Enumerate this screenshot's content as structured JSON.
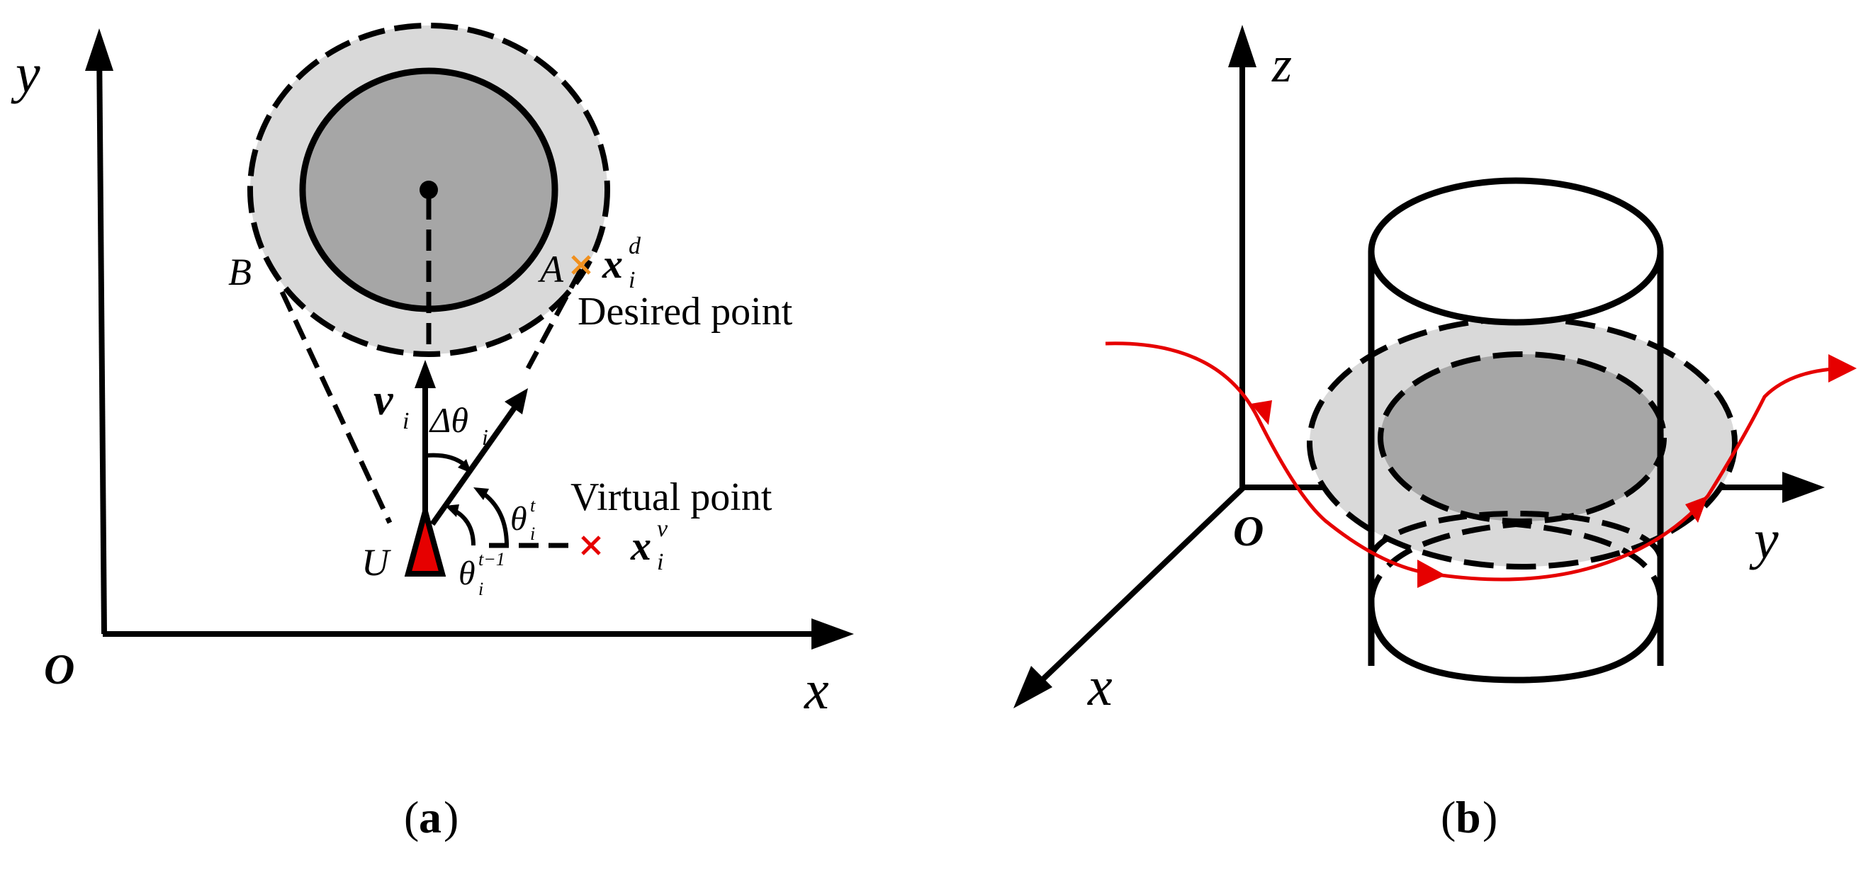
{
  "panel_a": {
    "axis_x_label": "x",
    "axis_y_label": "y",
    "origin_label": "O",
    "point_b_label": "B",
    "point_a_label": "A",
    "point_u_label": "U",
    "desired_x": "x",
    "desired_sub": "i",
    "desired_sup": "d",
    "desired_text": "Desired point",
    "virtual_x": "x",
    "virtual_sub": "i",
    "virtual_sup": "v",
    "virtual_text": "Virtual point",
    "velocity_v": "v",
    "velocity_sub": "i",
    "delta_theta": "Δθ",
    "delta_sub": "i",
    "theta_t": "θ",
    "theta_t_sub": "i",
    "theta_t_sup": "t",
    "theta_prev": "θ",
    "theta_prev_sub": "i",
    "theta_prev_sup": "t−1",
    "caption": "a"
  },
  "panel_b": {
    "axis_x_label": "x",
    "axis_y_label": "y",
    "axis_z_label": "z",
    "origin_label": "O",
    "caption": "b"
  },
  "colors": {
    "outer_zone": "#d9d9d9",
    "inner_zone": "#a6a6a6",
    "robot_fill": "#e60000",
    "desired_marker": "#f0901e",
    "virtual_marker": "#e60000",
    "trajectory": "#e60000",
    "stroke": "#000000"
  }
}
